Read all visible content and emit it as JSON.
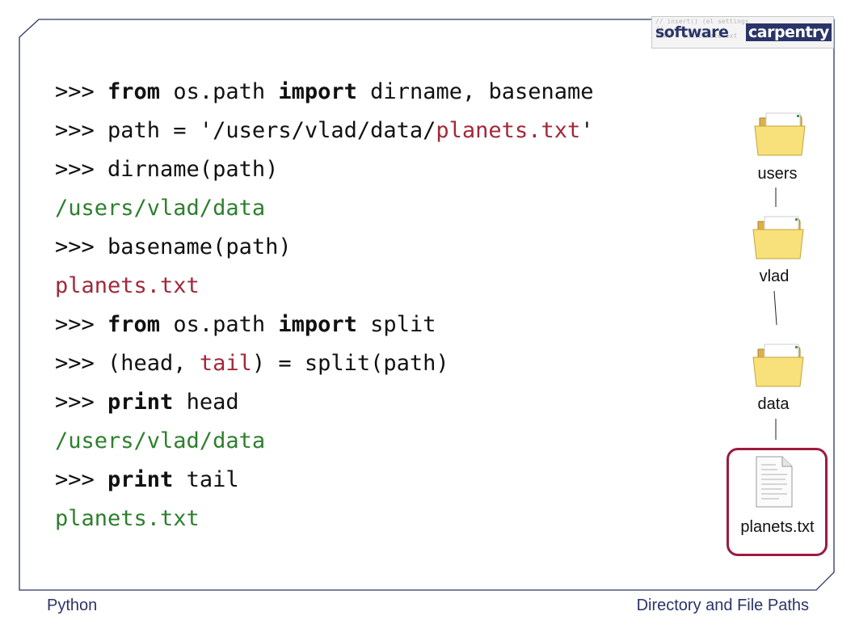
{
  "logo": {
    "word_software": "software",
    "word_carpentry": "carpentry",
    "background_code": "// insert() (el settings\n// ... \ntext = doc.createText"
  },
  "code_lines": [
    [
      {
        "t": ">>> ",
        "c": "n"
      },
      {
        "t": "from",
        "c": "kw"
      },
      {
        "t": " os.path ",
        "c": "n"
      },
      {
        "t": "import",
        "c": "kw"
      },
      {
        "t": " dirname, basename",
        "c": "n"
      }
    ],
    [
      {
        "t": ">>> path = '/users/vlad/data/",
        "c": "n"
      },
      {
        "t": "planets.txt",
        "c": "red"
      },
      {
        "t": "'",
        "c": "n"
      }
    ],
    [
      {
        "t": ">>> dirname(path)",
        "c": "n"
      }
    ],
    [
      {
        "t": "/users/vlad/data",
        "c": "green"
      }
    ],
    [
      {
        "t": ">>> basename(path)",
        "c": "n"
      }
    ],
    [
      {
        "t": "planets.txt",
        "c": "red"
      }
    ],
    [
      {
        "t": ">>> ",
        "c": "n"
      },
      {
        "t": "from",
        "c": "kw"
      },
      {
        "t": " os.path ",
        "c": "n"
      },
      {
        "t": "import",
        "c": "kw"
      },
      {
        "t": " split",
        "c": "n"
      }
    ],
    [
      {
        "t": ">>> (head, ",
        "c": "n"
      },
      {
        "t": "tail",
        "c": "red"
      },
      {
        "t": ") = split(path)",
        "c": "n"
      }
    ],
    [
      {
        "t": ">>> ",
        "c": "n"
      },
      {
        "t": "print",
        "c": "kw"
      },
      {
        "t": " head",
        "c": "n"
      }
    ],
    [
      {
        "t": "/users/vlad/data",
        "c": "green"
      }
    ],
    [
      {
        "t": ">>> ",
        "c": "n"
      },
      {
        "t": "print",
        "c": "kw"
      },
      {
        "t": " tail",
        "c": "n"
      }
    ],
    [
      {
        "t": "planets.txt",
        "c": "green"
      }
    ]
  ],
  "tree": {
    "users": "users",
    "vlad": "vlad",
    "data": "data",
    "file": "planets.txt"
  },
  "footer": {
    "left": "Python",
    "right": "Directory and File Paths"
  },
  "colors": {
    "accent_navy": "#2a3468",
    "string_red": "#a1283a",
    "output_green": "#2d7f2d",
    "highlight": "#9a1c3e"
  }
}
